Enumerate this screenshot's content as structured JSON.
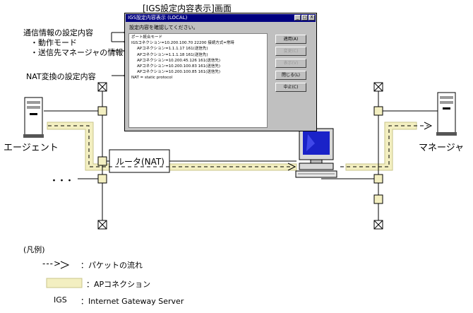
{
  "screen_title": "[IGS設定内容表示]画面",
  "annotations": {
    "comm_info": "通信情報の設定内容",
    "op_mode": "・動作モード",
    "dest_manager": "・送信先マネージャの情報",
    "nat_info": "NAT変換の設定内容"
  },
  "dialog": {
    "title": "IGS設定内容表示 (LOCAL)",
    "controls": [
      "_",
      "□",
      "X"
    ],
    "message": "設定内容を確認してください。",
    "lines": [
      "ポート統合モード",
      "IGSコネクション=10.200.100.70  22200  接続方式=常時",
      "APコネクション=1.1.1.17  161(送信先)",
      "APコネクション=1.1.1.18  161(送信先)",
      "APコネクション=10.200.45.126  161(送信先)",
      "APコネクション=10.200.100.83  161(送信先)",
      "APコネクション=10.200.100.85  161(送信先)",
      "NAT = static  protocol"
    ],
    "buttons": [
      "適用(A)",
      "変更(C)",
      "表示(V)",
      "閉じる(L)",
      "中止(C)"
    ]
  },
  "nodes": {
    "agent": "エージェント",
    "manager": "マネージャ",
    "router": "ルータ(NAT)",
    "ellipsis": "・・・"
  },
  "legend": {
    "title": "(凡例)",
    "arrow_symbol": "--->",
    "packet_flow": "：パケットの流れ",
    "ap_connection": "：APコネクション",
    "igs_abbrev": "IGS",
    "igs_full": "：Internet Gateway Server"
  },
  "colors": {
    "ap_band": "#f3efc1",
    "ap_band_border": "#c9c48a",
    "dialog_title": "#000080",
    "monitor_screen": "#1a22c8"
  }
}
